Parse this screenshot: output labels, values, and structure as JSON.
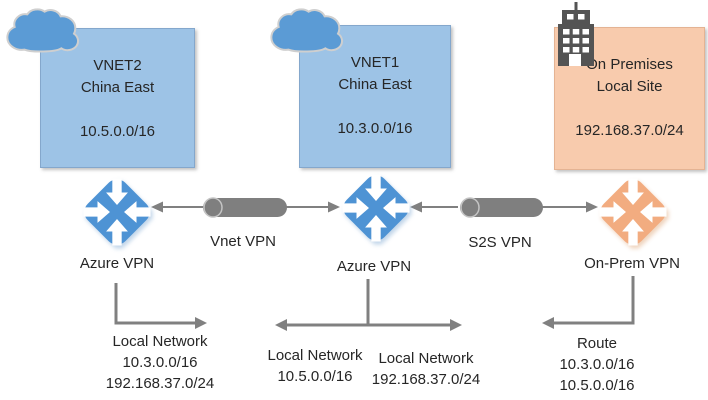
{
  "diagram": {
    "boxes": [
      {
        "title": "VNET2",
        "region": "China East",
        "cidr": "10.5.0.0/16"
      },
      {
        "title": "VNET1",
        "region": "China East",
        "cidr": "10.3.0.0/16"
      },
      {
        "title": "On Premises",
        "region": "Local Site",
        "cidr": "192.168.37.0/24"
      }
    ],
    "gateways": [
      {
        "label": "Azure VPN"
      },
      {
        "label": "Azure VPN"
      },
      {
        "label": "On-Prem VPN"
      }
    ],
    "tunnels": [
      {
        "label": "Vnet VPN"
      },
      {
        "label": "S2S VPN"
      }
    ],
    "route_notes": [
      {
        "lines": [
          "Local Network",
          "10.3.0.0/16",
          "192.168.37.0/24"
        ]
      },
      {
        "lines": [
          "Local Network",
          "10.5.0.0/16"
        ]
      },
      {
        "lines": [
          "Local Network",
          "192.168.37.0/24"
        ]
      },
      {
        "lines": [
          "Route",
          "10.3.0.0/16",
          "10.5.0.0/16"
        ]
      }
    ],
    "colors": {
      "vnet_box_fill": "#9DC3E6",
      "vnet_box_border": "#84A7CC",
      "onprem_box_fill": "#F8CBAD",
      "onprem_box_border": "#E4B393",
      "azure_gateway_blue": "#4E93D4",
      "onprem_gateway_orange": "#F2AC80",
      "cloud_blue": "#5B9BD5",
      "building_gray": "#545454",
      "connector_gray": "#808080",
      "text_dark": "#262626"
    }
  }
}
